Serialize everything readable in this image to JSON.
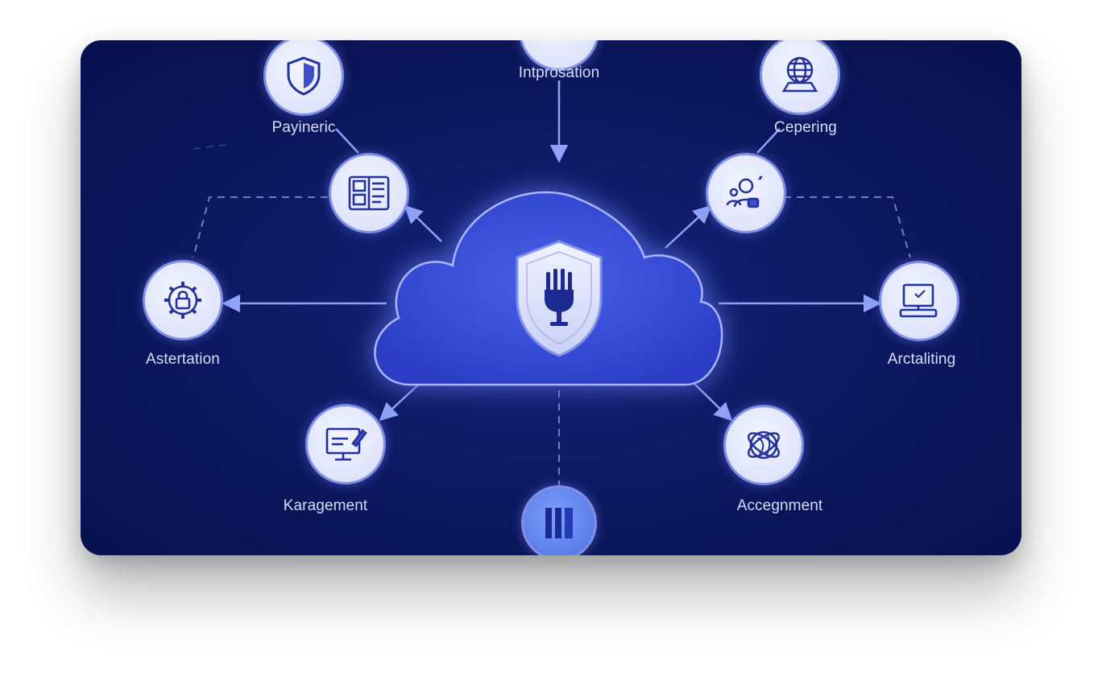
{
  "diagram": {
    "labels": {
      "top": "Intprosation",
      "top_left": "Payineric",
      "top_right": "Cepering",
      "left": "Astertation",
      "right": "Arctaliting",
      "bottom_left": "Karagement",
      "bottom_right": "Accegnment"
    },
    "icons": {
      "center": "shield-plug-icon",
      "top_left": "shield-icon",
      "upper_left": "document-grid-icon",
      "left": "gear-lock-icon",
      "bottom_left": "monitor-pen-icon",
      "bottom": "server-rack-icon",
      "top_right": "globe-laptop-icon",
      "upper_right": "user-group-icon",
      "right": "computer-icon",
      "bottom_right": "network-globe-icon"
    },
    "colors": {
      "background": "#0a1457",
      "cloud": "#3a4fd8",
      "node_fill": "#e3e7fc",
      "line": "#8fa2f5"
    }
  }
}
